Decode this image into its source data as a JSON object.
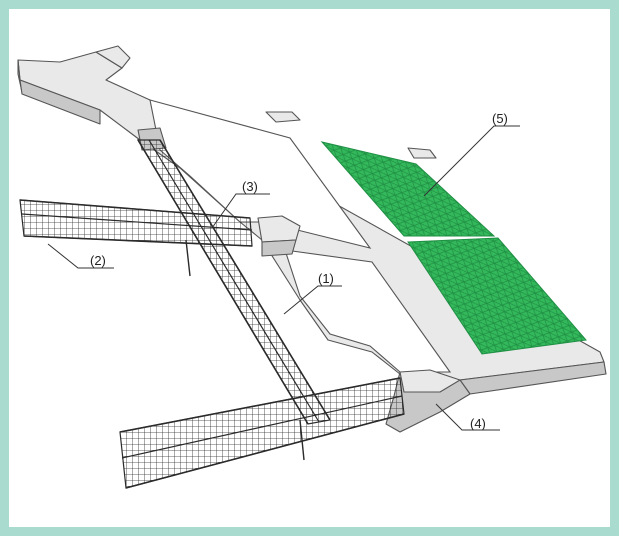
{
  "labels": {
    "l1": "(1)",
    "l2": "(2)",
    "l3": "(3)",
    "l4": "(4)",
    "l5": "(5)"
  },
  "colors": {
    "background_border": "#a9dccf",
    "panel": "#ffffff",
    "concrete_top": "#e9e9e9",
    "concrete_side": "#c8c8c8",
    "reinforcement": "#2b2b2b",
    "green_mesh": "#2fb85a"
  }
}
